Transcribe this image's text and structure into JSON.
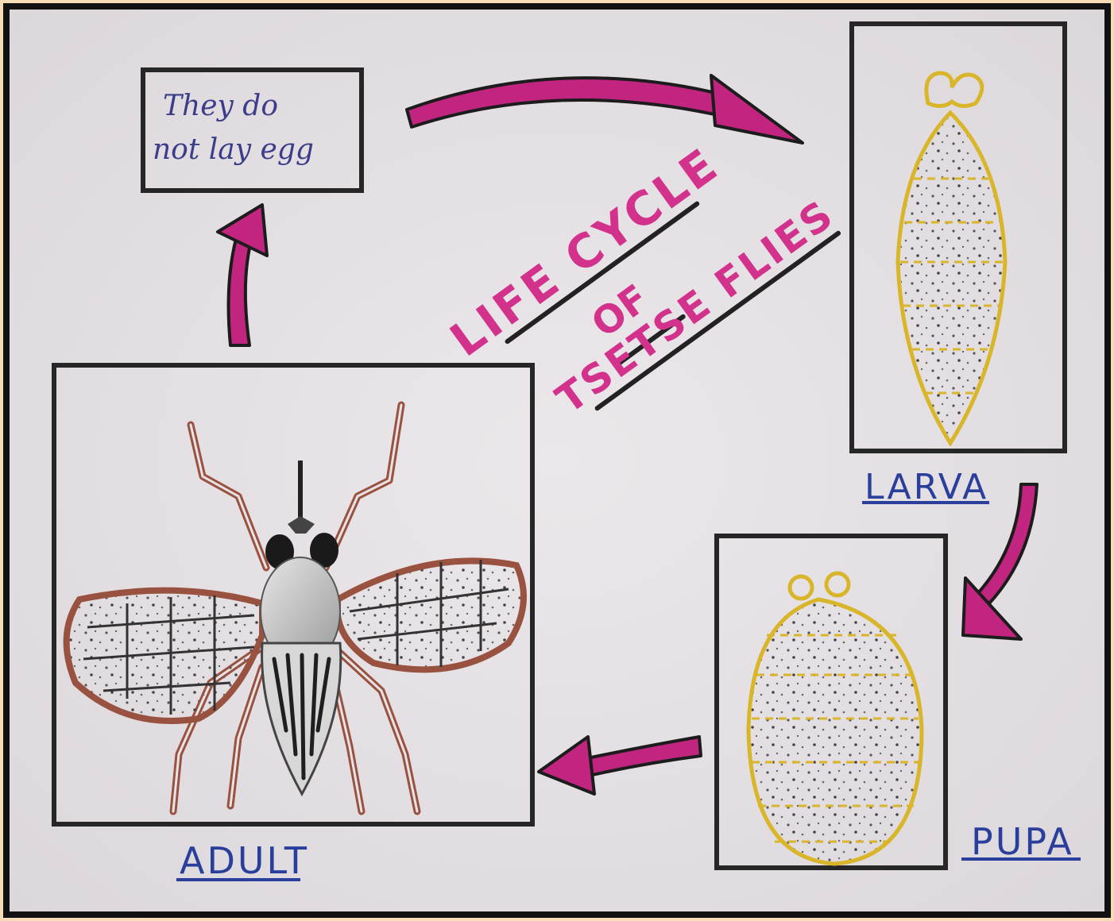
{
  "title": {
    "line1": "LIFE CYCLE",
    "line2": "OF",
    "line3": "TSETSE FLIES"
  },
  "note": {
    "line1": "They do",
    "line2": "not lay egg"
  },
  "stages": {
    "larva": "LARVA",
    "pupa": "PUPA",
    "adult": "ADULT"
  },
  "colors": {
    "arrow": "#c2257f",
    "title": "#d2328c",
    "label": "#2a3f9c",
    "note_text": "#3c3d8a",
    "outline_yellow": "#d9b52a",
    "outline_brown": "#9a5240",
    "frame": "#262626",
    "paper": "#e7e3e6"
  },
  "icons": [
    "tsetse-fly-icon",
    "larva-icon",
    "pupa-icon",
    "arrow-icon"
  ]
}
